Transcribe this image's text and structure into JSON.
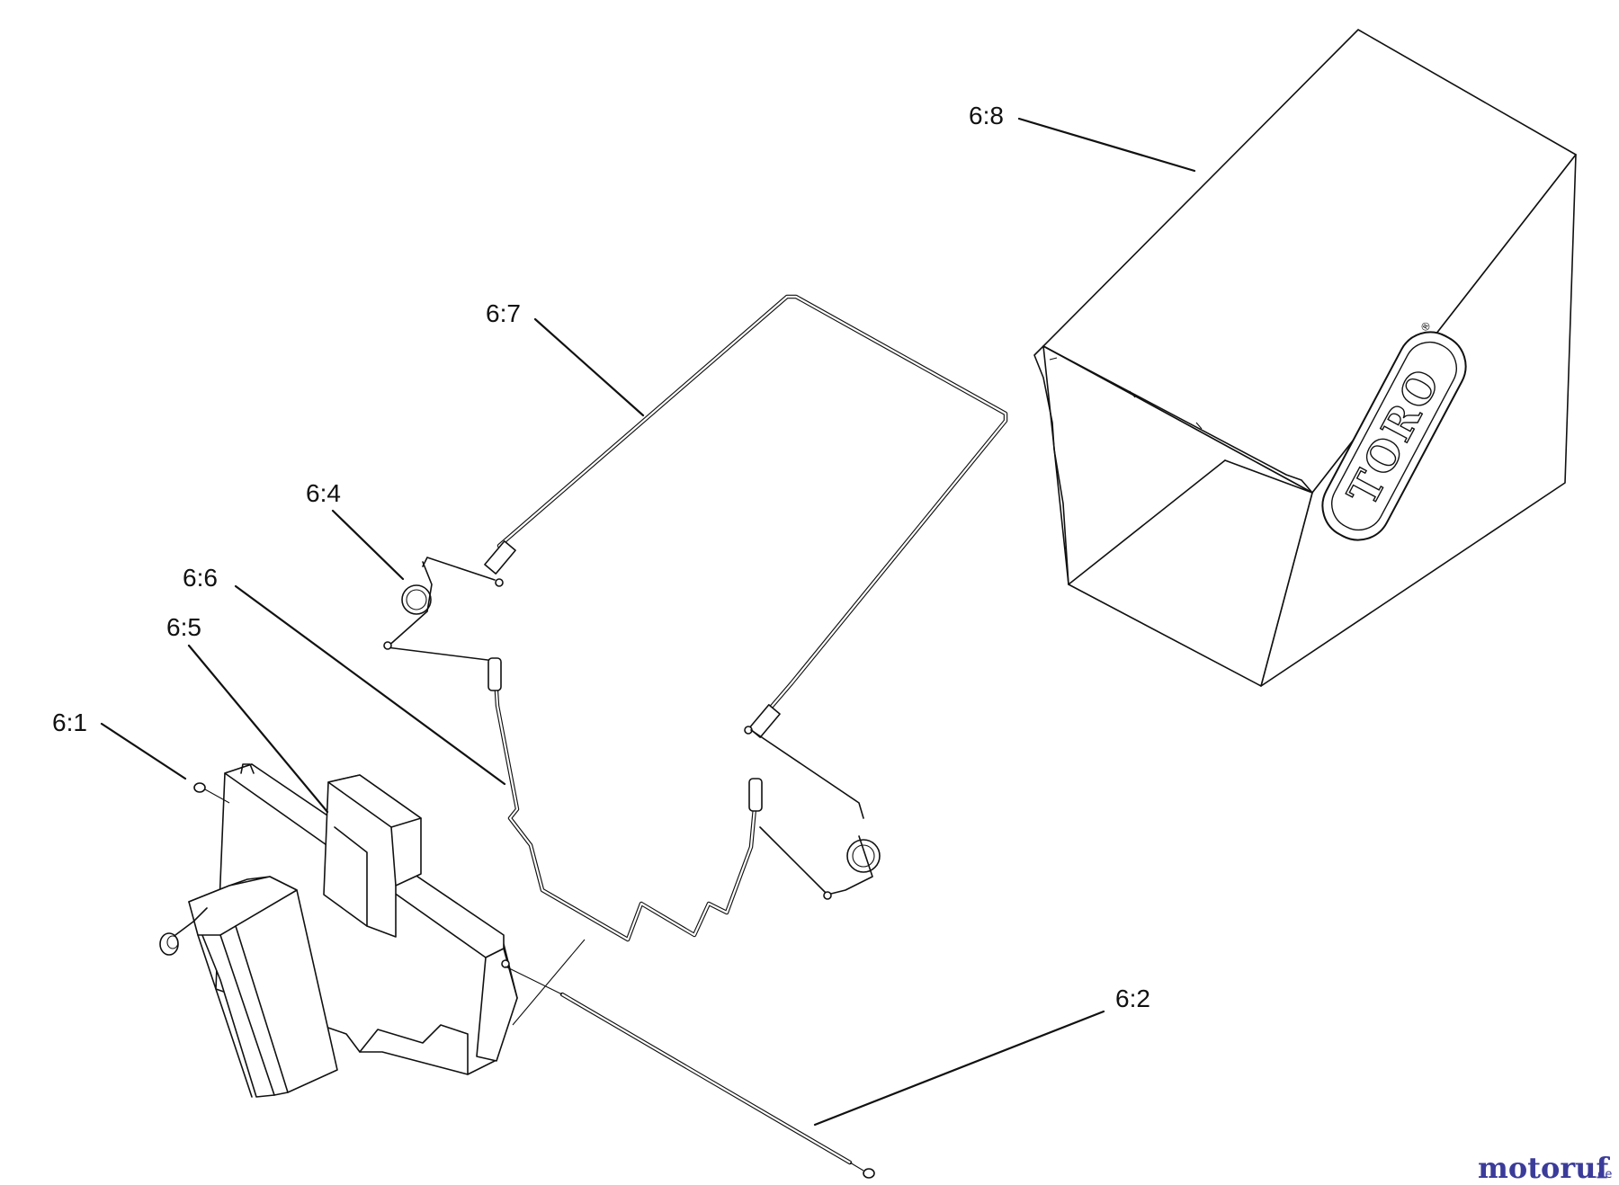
{
  "callouts": {
    "c68": "6:8",
    "c67": "6:7",
    "c64": "6:4",
    "c66": "6:6",
    "c65": "6:5",
    "c61": "6:1",
    "c62": "6:2"
  },
  "logo": {
    "brand": "TORO",
    "registered_mark": "®"
  },
  "watermark": {
    "name": "motoruf",
    "suffix": ".de",
    "colors": [
      "#3b3b9a",
      "#c0392b"
    ]
  }
}
